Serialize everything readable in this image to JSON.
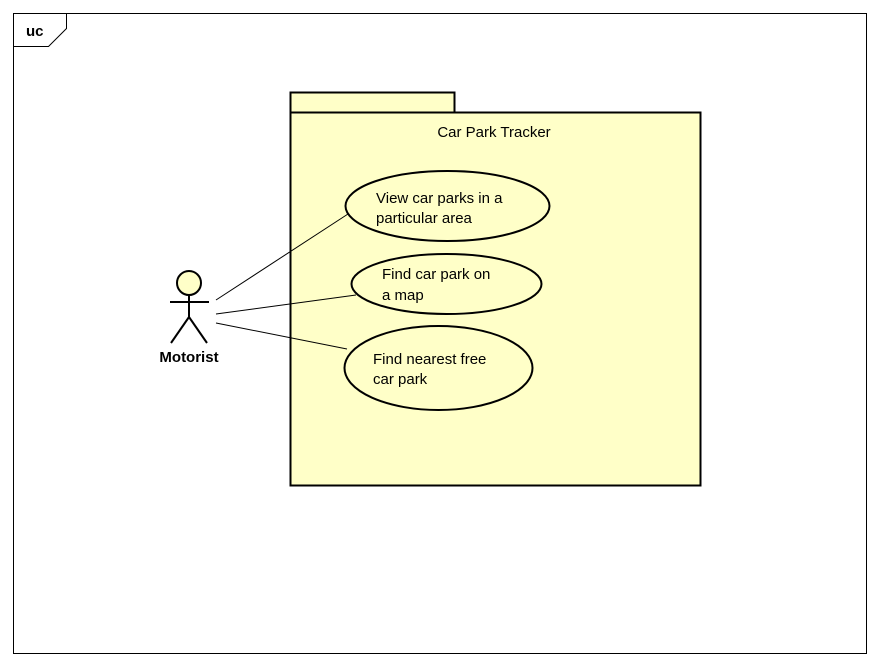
{
  "frame": {
    "label": "uc"
  },
  "package": {
    "title": "Car Park Tracker"
  },
  "actor": {
    "name": "Motorist"
  },
  "use_cases": [
    {
      "line1": "View car parks in a",
      "line2": "particular area"
    },
    {
      "line1": "Find car park on",
      "line2": "a map"
    },
    {
      "line1": "Find nearest free",
      "line2": "car park"
    }
  ],
  "colors": {
    "package_fill": "#ffffc8",
    "usecase_fill": "#ffffc8",
    "stroke": "#000000",
    "background": "#ffffff"
  }
}
